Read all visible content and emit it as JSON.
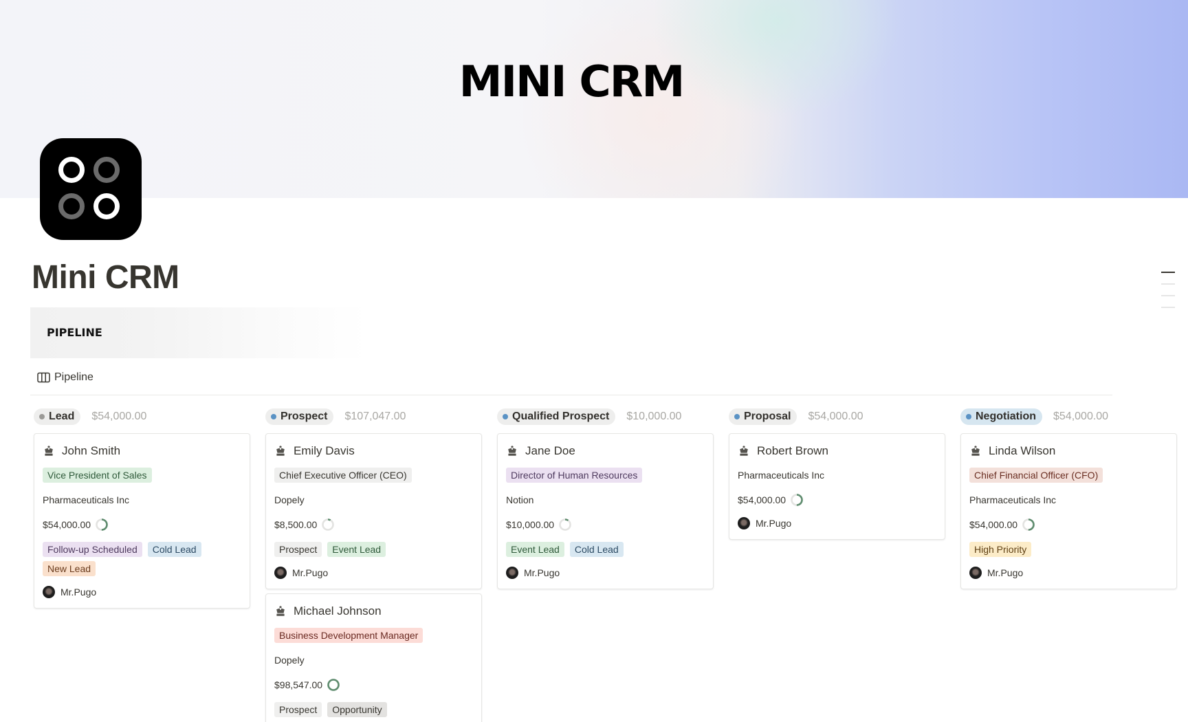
{
  "cover": {
    "title": "MINI CRM"
  },
  "page": {
    "title": "Mini CRM",
    "icon": "four-rings-icon"
  },
  "section": {
    "heading": "PIPELINE"
  },
  "view": {
    "tab_label": "Pipeline",
    "tab_icon": "board-columns-icon"
  },
  "colors": {
    "lead_dot": "#9b9a97",
    "blue_dot": "#5a92c4",
    "negotiation_bg": "#d6e6f0",
    "pill_bg": "#eeeeed",
    "progress_green": "#5e8c6e",
    "progress_track": "#e3e3e1"
  },
  "board": {
    "columns": [
      {
        "status": "Lead",
        "total": "$54,000.00",
        "cards": [
          {
            "name": "John Smith",
            "role": {
              "label": "Vice President of Sales",
              "bg": "#dcefdf",
              "fg": "#2f5a3a"
            },
            "company": "Pharmaceuticals Inc",
            "amount": "$54,000.00",
            "progress": 0.5,
            "tags": [
              {
                "label": "Follow-up Scheduled",
                "bg": "#ebe0f1",
                "fg": "#4e3a5e"
              },
              {
                "label": "Cold Lead",
                "bg": "#d8e7f1",
                "fg": "#2c4a63"
              },
              {
                "label": "New Lead",
                "bg": "#fae0cc",
                "fg": "#6a3b1d"
              }
            ],
            "owner": "Mr.Pugo"
          }
        ]
      },
      {
        "status": "Prospect",
        "total": "$107,047.00",
        "cards": [
          {
            "name": "Emily Davis",
            "role": {
              "label": "Chief Executive Officer (CEO)",
              "bg": "#efefee",
              "fg": "#37352f"
            },
            "company": "Dopely",
            "amount": "$8,500.00",
            "progress": 0.08,
            "tags": [
              {
                "label": "Prospect",
                "bg": "#efefee",
                "fg": "#37352f"
              },
              {
                "label": "Event Lead",
                "bg": "#dcefdf",
                "fg": "#2f5a3a"
              }
            ],
            "owner": "Mr.Pugo"
          },
          {
            "name": "Michael Johnson",
            "role": {
              "label": "Business Development Manager",
              "bg": "#fcdcd7",
              "fg": "#6a2a22"
            },
            "company": "Dopely",
            "amount": "$98,547.00",
            "progress": 1.0,
            "tags": [
              {
                "label": "Prospect",
                "bg": "#efefee",
                "fg": "#37352f"
              },
              {
                "label": "Opportunity",
                "bg": "#e3e2e0",
                "fg": "#37352f"
              }
            ],
            "owner": ""
          }
        ]
      },
      {
        "status": "Qualified Prospect",
        "total": "$10,000.00",
        "cards": [
          {
            "name": "Jane Doe",
            "role": {
              "label": "Director of Human Resources",
              "bg": "#ebe0f1",
              "fg": "#4e3a5e"
            },
            "company": "Notion",
            "amount": "$10,000.00",
            "progress": 0.1,
            "tags": [
              {
                "label": "Event Lead",
                "bg": "#dcefdf",
                "fg": "#2f5a3a"
              },
              {
                "label": "Cold Lead",
                "bg": "#d8e7f1",
                "fg": "#2c4a63"
              }
            ],
            "owner": "Mr.Pugo"
          }
        ]
      },
      {
        "status": "Proposal",
        "total": "$54,000.00",
        "cards": [
          {
            "name": "Robert Brown",
            "role": null,
            "company": "Pharmaceuticals Inc",
            "amount": "$54,000.00",
            "progress": 0.5,
            "tags": [],
            "owner": "Mr.Pugo"
          }
        ]
      },
      {
        "status": "Negotiation",
        "total": "$54,000.00",
        "cards": [
          {
            "name": "Linda Wilson",
            "role": {
              "label": "Chief Financial Officer (CFO)",
              "bg": "#f3e0da",
              "fg": "#6a2e22"
            },
            "company": "Pharmaceuticals Inc",
            "amount": "$54,000.00",
            "progress": 0.5,
            "tags": [
              {
                "label": "High Priority",
                "bg": "#fcecc8",
                "fg": "#5e3f12"
              }
            ],
            "owner": "Mr.Pugo"
          }
        ]
      }
    ]
  }
}
